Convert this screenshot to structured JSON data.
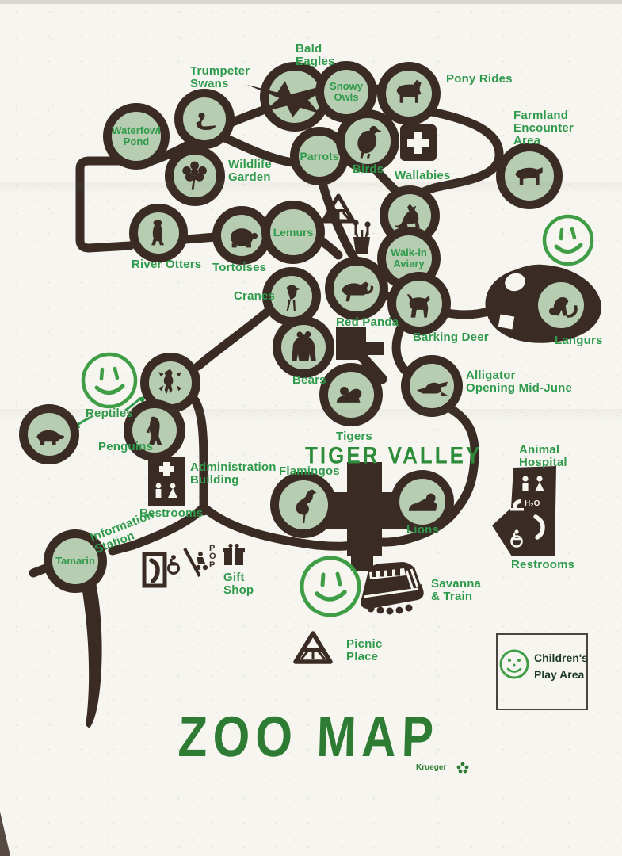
{
  "title": {
    "label": "ZOO MAP",
    "signature": "Krueger"
  },
  "region": {
    "label": "TIGER VALLEY"
  },
  "exhibits": {
    "trumpeter_swans": {
      "label": "Trumpeter\nSwans"
    },
    "bald_eagles": {
      "label": "Bald\nEagles"
    },
    "snowy_owls": {
      "label": "Snowy\nOwls"
    },
    "pony_rides": {
      "label": "Pony Rides"
    },
    "waterfowl_pond": {
      "label": "Waterfowl\nPond"
    },
    "wildlife_garden": {
      "label": "Wildlife\nGarden"
    },
    "parrots": {
      "label": "Parrots"
    },
    "birds": {
      "label": "Birds"
    },
    "wallabies": {
      "label": "Wallabies"
    },
    "farmland": {
      "label": "Farmland\nEncounter\nArea"
    },
    "river_otters": {
      "label": "River Otters"
    },
    "tortoises": {
      "label": "Tortoises"
    },
    "lemurs": {
      "label": "Lemurs"
    },
    "walk_in_aviary": {
      "label": "Walk-in\nAviary"
    },
    "cranes": {
      "label": "Cranes"
    },
    "red_panda": {
      "label": "Red Panda"
    },
    "barking_deer": {
      "label": "Barking Deer"
    },
    "langurs": {
      "label": "Langurs"
    },
    "bears": {
      "label": "Bears"
    },
    "alligator": {
      "label": "Alligator\nOpening Mid-June"
    },
    "reptiles": {
      "label": "Reptiles"
    },
    "penguins": {
      "label": "Penguins"
    },
    "tigers": {
      "label": "Tigers"
    },
    "flamingos": {
      "label": "Flamingos"
    },
    "lions": {
      "label": "Lions"
    },
    "tamarin": {
      "label": "Tamarin"
    }
  },
  "facilities": {
    "administration": {
      "label": "Administration\nBuilding"
    },
    "restrooms_admin": {
      "label": "Restrooms"
    },
    "animal_hospital": {
      "label": "Animal\nHospital",
      "h2o": "H₂O"
    },
    "restrooms_hospital": {
      "label": "Restrooms"
    },
    "information_station": {
      "label": "Information\nStation"
    },
    "gift_shop": {
      "label": "Gift\nShop"
    },
    "pop_machine": {
      "label": "P\nO\nP"
    },
    "savanna_train": {
      "label": "Savanna\n& Train"
    },
    "picnic_place": {
      "label": "Picnic\nPlace"
    }
  },
  "legend": {
    "label": "Children's\nPlay Area"
  },
  "colors": {
    "paper": "#f6f5f0",
    "ink_dark": "#3a2c25",
    "circle_fill": "#b7cdb1",
    "label_green": "#2f9a4b",
    "deep_green": "#2e7c34"
  },
  "icons": [
    "swan-icon",
    "eagle-icon",
    "horse-icon",
    "flower-icon",
    "vulture-icon",
    "first-aid-icon",
    "kangaroo-icon",
    "otter-icon",
    "tortoise-icon",
    "crane-icon",
    "red-panda-icon",
    "deer-icon",
    "monkey-icon",
    "bear-icon",
    "tiger-icon",
    "alligator-icon",
    "lizard-icon",
    "turtle-icon",
    "penguin-icon",
    "flamingo-icon",
    "lion-icon",
    "sheep-icon",
    "smiley-icon",
    "restroom-icon",
    "phone-icon",
    "wheelchair-icon",
    "stroller-icon",
    "gift-icon",
    "train-icon",
    "picnic-table-icon",
    "trash-icon",
    "drinking-fountain-icon",
    "arrow-icon"
  ]
}
